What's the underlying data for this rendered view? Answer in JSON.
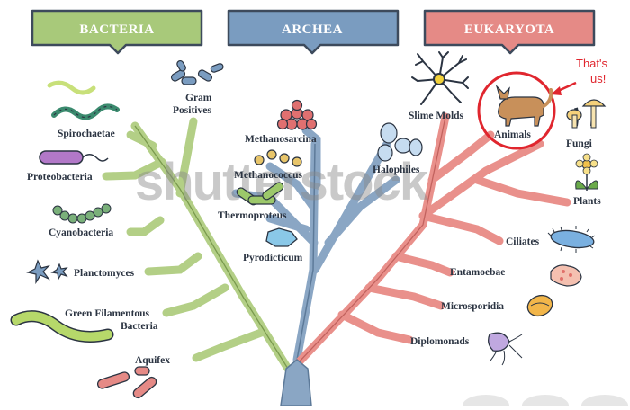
{
  "domains": {
    "bacteria": {
      "title": "BACTERIA",
      "color": "#a8c97a"
    },
    "archea": {
      "title": "ARCHEA",
      "color": "#7a9cc0"
    },
    "eukaryota": {
      "title": "EUKARYOTA",
      "color": "#e58a86"
    }
  },
  "bacteria_labels": {
    "spirochaetae": "Spirochaetae",
    "proteobacteria": "Proteobacteria",
    "cyanobacteria": "Cyanobacteria",
    "planctomyces": "Planctomyces",
    "green_filamentous_1": "Green Filamentous",
    "green_filamentous_2": "Bacteria",
    "aquifex": "Aquifex",
    "gram_positives_1": "Gram",
    "gram_positives_2": "Positives"
  },
  "archea_labels": {
    "methanosarcina": "Methanosarcina",
    "methanococcus": "Methanococcus",
    "thermoproteus": "Thermoproteus",
    "pyrodicticum": "Pyrodicticum",
    "halophiles": "Halophiles"
  },
  "eukaryota_labels": {
    "slime_molds": "Slime Molds",
    "animals": "Animals",
    "fungi": "Fungi",
    "plants": "Plants",
    "ciliates": "Ciliates",
    "entamoebae": "Entamoebae",
    "microsporidia": "Microsporidia",
    "diplomonads": "Diplomonads"
  },
  "annotation": {
    "line1": "That's",
    "line2": "us!",
    "color": "#e0262e"
  },
  "watermark": "shutterstock"
}
